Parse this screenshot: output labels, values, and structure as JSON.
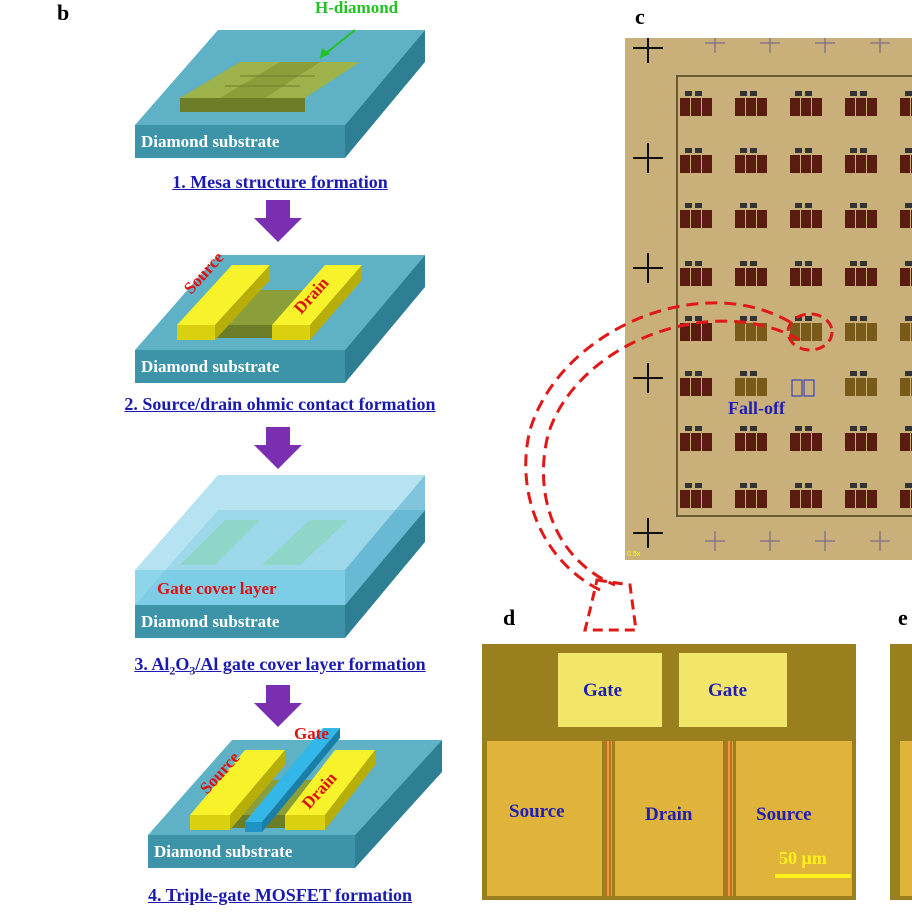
{
  "panels": {
    "b": "b",
    "c": "c",
    "d": "d",
    "e": "e"
  },
  "steps": [
    {
      "caption": "1. Mesa structure formation",
      "substrate": "Diamond  substrate"
    },
    {
      "caption": "2. Source/drain  ohmic contact formation",
      "substrate": "Diamond  substrate"
    },
    {
      "caption_pre": "3. Al",
      "caption_sub1": "2",
      "caption_mid": "O",
      "caption_sub2": "3",
      "caption_post": "/Al gate cover layer formation",
      "substrate": "Diamond  substrate"
    },
    {
      "caption": "4. Triple-gate  MOSFET  formation ",
      "substrate": "Diamond  substrate"
    }
  ],
  "labels": {
    "h_diamond": "H-diamond",
    "source": "Source",
    "drain": "Drain",
    "gate_cover": "Gate cover layer",
    "gate": "Gate",
    "fall_off": "Fall-off"
  },
  "micrograph_c": {
    "scale_text": "0.5x"
  },
  "micrograph_d": {
    "gate1": "Gate",
    "gate2": "Gate",
    "source1": "Source",
    "drain": "Drain",
    "source2": "Source",
    "scale_bar": "50 μm"
  },
  "colors": {
    "substrate": "#3d93a8",
    "mesa": "#8a9e3a",
    "contact": "#f7f22a",
    "arrow": "#7a2fb0",
    "cover": "#7fd0e8",
    "gate": "#33b6e8"
  }
}
